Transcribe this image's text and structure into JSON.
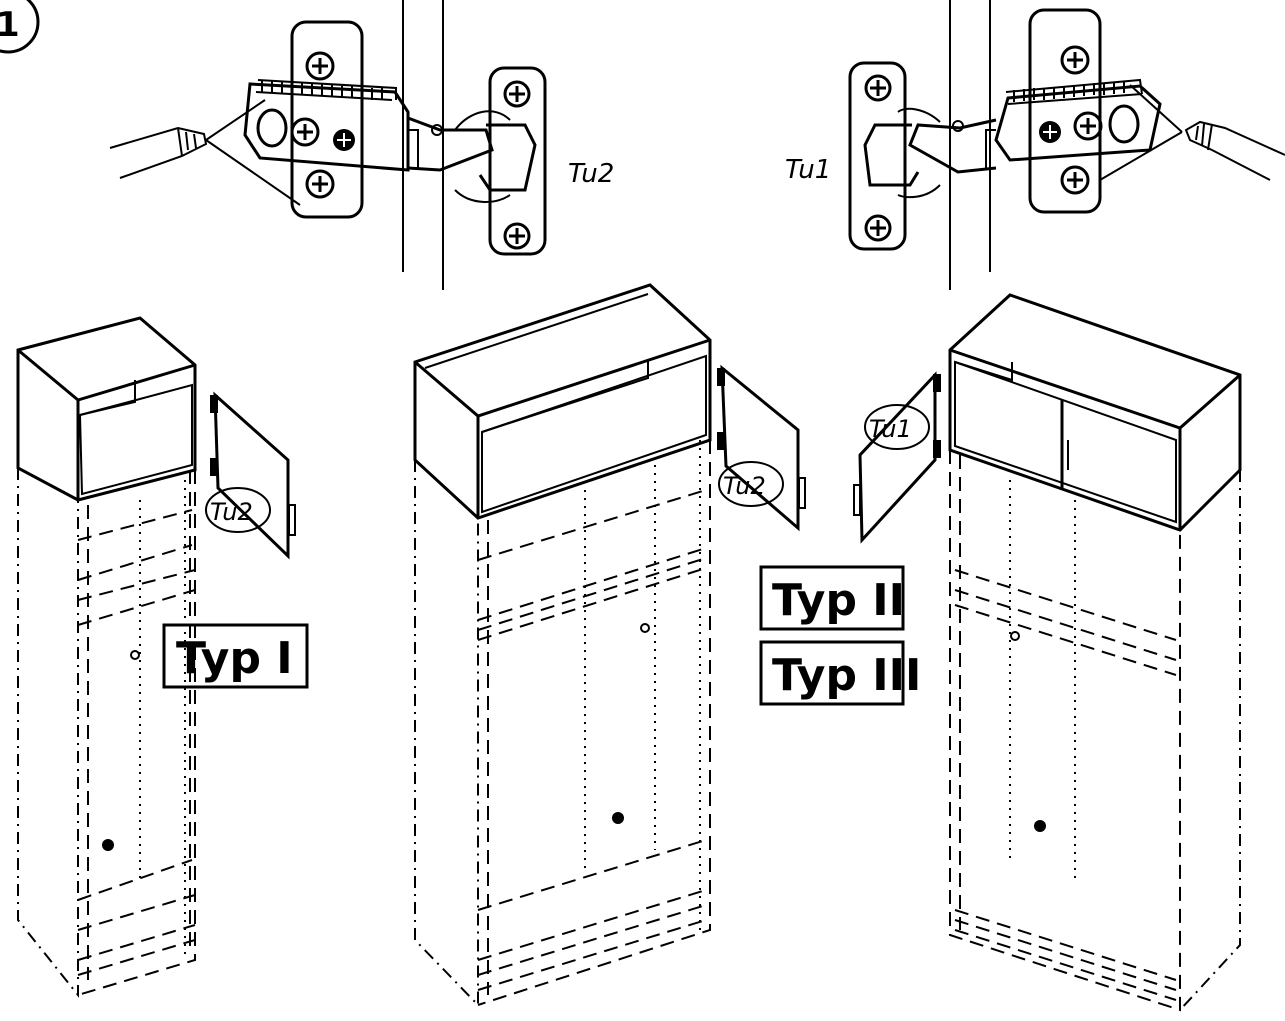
{
  "step": {
    "number": "1"
  },
  "hinges": {
    "left_label": "Tu2",
    "right_label": "Tu1"
  },
  "cabinets": {
    "left": {
      "door_label": "Tu2",
      "type_label": "Typ I"
    },
    "middle": {
      "door_label": "Tu2",
      "type_label": "Typ II"
    },
    "right": {
      "door_label": "Tu1",
      "type_label": "Typ III"
    }
  },
  "icons": [
    "screwdriver-icon",
    "screw-icon",
    "hinge-icon",
    "mounting-plate-icon",
    "knob-icon"
  ]
}
